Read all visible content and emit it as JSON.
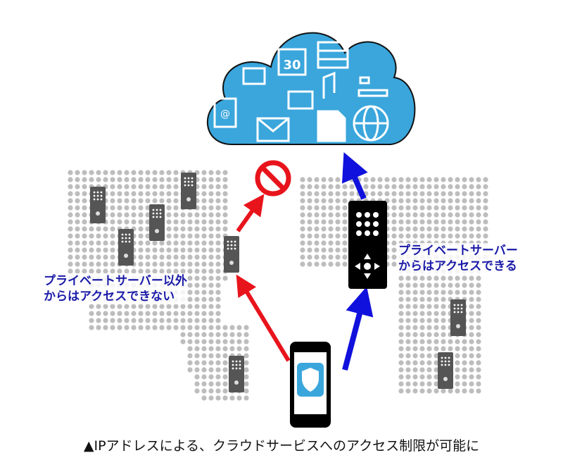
{
  "labels": {
    "blocked": [
      "プライベートサーバー以外",
      "からはアクセスできない"
    ],
    "allowed": [
      "プライベートサーバー",
      "からはアクセスできる"
    ]
  },
  "cloud": {
    "calendar_day": "30",
    "email_symbol": "@"
  },
  "caption": "▲IPアドレスによる、クラウドサービスへのアクセス制限が可能に",
  "colors": {
    "cloud": "#3aa6dc",
    "blocked_arrow": "#e8141c",
    "allowed_arrow": "#1111dd",
    "map_dots": "#bdbdbd",
    "label_text": "#1a1aa8"
  }
}
